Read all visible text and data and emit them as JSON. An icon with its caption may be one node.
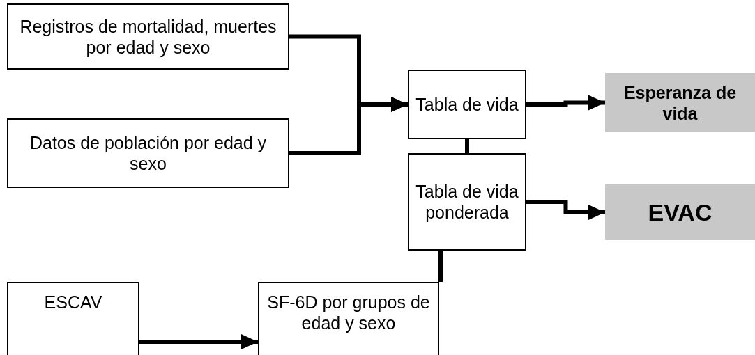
{
  "diagram": {
    "nodes": [
      {
        "text": [
          "Registros de mortalidad, muertes por edad y sexo"
        ]
      },
      {
        "text": [
          "Datos de población por edad y sexo"
        ]
      },
      {
        "text": [
          "Tabla de vida"
        ]
      },
      {
        "text": [
          "Esperanza de vida"
        ]
      },
      {
        "text": [
          "Tabla de vida ponderada"
        ]
      },
      {
        "text": [
          "EVAC"
        ]
      },
      {
        "text": [
          "ESCAV"
        ]
      },
      {
        "text": [
          "SF-6D por grupos de edad y sexo"
        ]
      }
    ],
    "edges": [
      {
        "from": 0,
        "to": 2,
        "arrow": "to"
      },
      {
        "from": 1,
        "to": 2,
        "arrow": "to"
      },
      {
        "from": 2,
        "to": 3,
        "arrow": "to"
      },
      {
        "from": 2,
        "to": 4,
        "arrow": "none"
      },
      {
        "from": 4,
        "to": 5,
        "arrow": "to"
      },
      {
        "from": 7,
        "to": 4,
        "arrow": "none"
      },
      {
        "from": 6,
        "to": 7,
        "arrow": "to"
      }
    ]
  }
}
